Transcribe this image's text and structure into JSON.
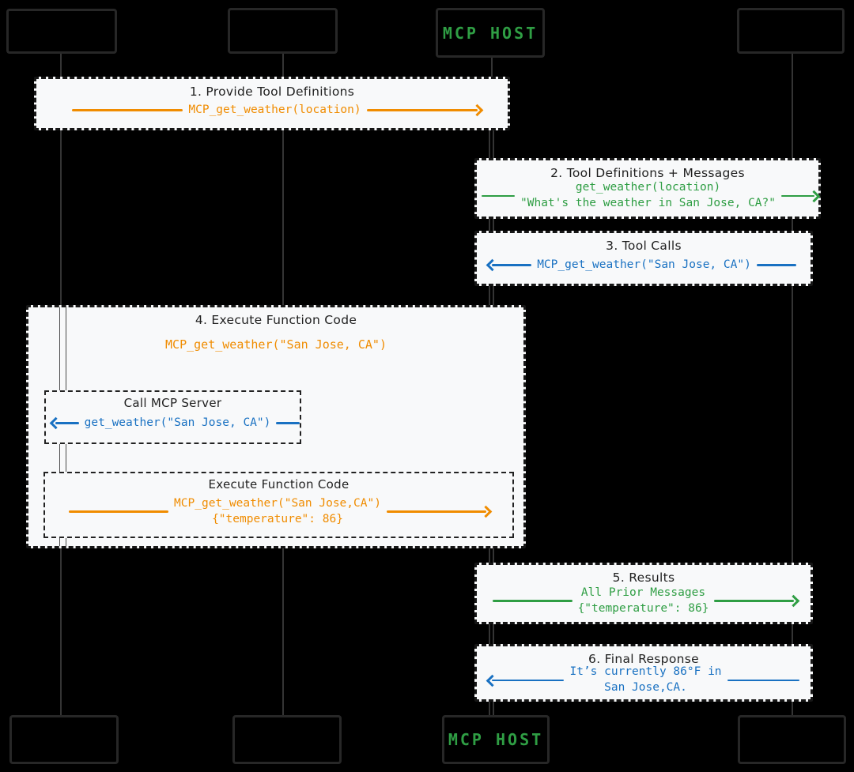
{
  "colors": {
    "background": "#000000",
    "box-fill": "#f8f9fa",
    "stroke": "#161616",
    "inner-stroke": "#222222",
    "participant-border": "#272727",
    "lifeline": "#343434",
    "title-text": "#1f1f1f",
    "orange": "#f08c00",
    "green": "#2f9e44",
    "blue": "#1971c2"
  },
  "participants": {
    "top_row": [
      {
        "label": ""
      },
      {
        "label": ""
      },
      {
        "label": "MCP HOST"
      },
      {
        "label": ""
      }
    ],
    "bottom_row": [
      {
        "label": ""
      },
      {
        "label": ""
      },
      {
        "label": "MCP HOST"
      },
      {
        "label": ""
      }
    ]
  },
  "messages": [
    {
      "title": "1. Provide Tool Definitions",
      "direction": "right",
      "color": "orange",
      "code_lines": [
        "MCP_get_weather(location)"
      ]
    },
    {
      "title": "2. Tool Definitions + Messages",
      "direction": "right",
      "color": "green",
      "code_lines": [
        "get_weather(location)",
        "\"What's the weather in San Jose, CA?\""
      ]
    },
    {
      "title": "3. Tool Calls",
      "direction": "left",
      "color": "blue",
      "code_lines": [
        "MCP_get_weather(\"San Jose, CA\")"
      ]
    },
    {
      "title": "4. Execute Function Code",
      "color": "orange",
      "code": "MCP_get_weather(\"San Jose, CA\")",
      "sub_messages": [
        {
          "title": "Call MCP Server",
          "direction": "left",
          "color": "blue",
          "code_lines": [
            "get_weather(\"San Jose, CA\")"
          ]
        },
        {
          "title": "Execute Function Code",
          "direction": "right",
          "color": "orange",
          "code_lines": [
            "MCP_get_weather(\"San Jose,CA\")",
            "{\"temperature\": 86}"
          ]
        }
      ]
    },
    {
      "title": "5. Results",
      "direction": "right",
      "color": "green",
      "code_lines": [
        "All Prior Messages",
        "{\"temperature\": 86}"
      ]
    },
    {
      "title": "6. Final Response",
      "direction": "left",
      "color": "blue",
      "code_lines": [
        "It’s currently 86°F in",
        "San Jose,CA."
      ]
    }
  ]
}
